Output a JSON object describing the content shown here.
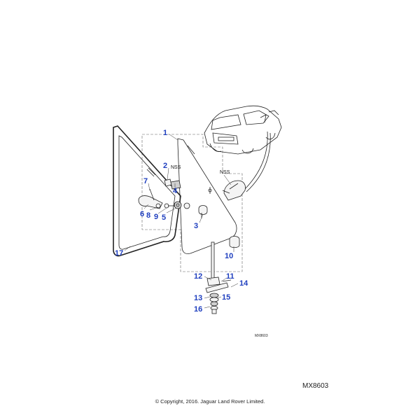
{
  "diagram": {
    "callouts": [
      "1",
      "2",
      "3",
      "4",
      "5",
      "6",
      "7",
      "8",
      "9",
      "10",
      "11",
      "12",
      "13",
      "14",
      "15",
      "16",
      "17"
    ],
    "nss_label": "NSS",
    "small_reference": "MX8603",
    "reference_code": "MX8603",
    "copyright": "© Copyright, 2016. Jaguar Land Rover Limited."
  }
}
